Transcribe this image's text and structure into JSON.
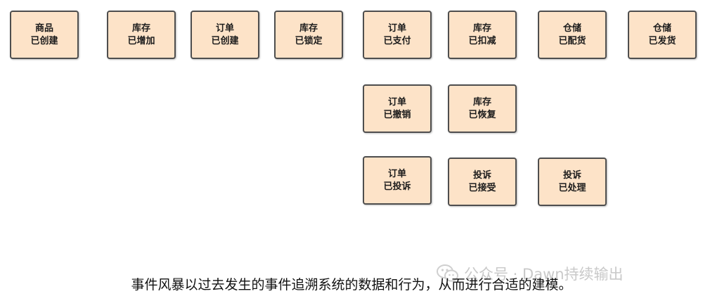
{
  "events": [
    {
      "line1": "商品",
      "line2": "已创建"
    },
    {
      "line1": "库存",
      "line2": "已增加"
    },
    {
      "line1": "订单",
      "line2": "已创建"
    },
    {
      "line1": "库存",
      "line2": "已锁定"
    },
    {
      "line1": "订单",
      "line2": "已支付"
    },
    {
      "line1": "库存",
      "line2": "已扣减"
    },
    {
      "line1": "仓储",
      "line2": "已配货"
    },
    {
      "line1": "仓储",
      "line2": "已发货"
    },
    {
      "line1": "订单",
      "line2": "已撤销"
    },
    {
      "line1": "库存",
      "line2": "已恢复"
    },
    {
      "line1": "订单",
      "line2": "已投诉"
    },
    {
      "line1": "投诉",
      "line2": "已接受"
    },
    {
      "line1": "投诉",
      "line2": "已处理"
    }
  ],
  "caption": "事件风暴以过去发生的事件追溯系统的数据和行为，从而进行合适的建模。",
  "watermark": {
    "text": "公众号 · Dawn持续输出",
    "icon": "wechat-icon"
  }
}
